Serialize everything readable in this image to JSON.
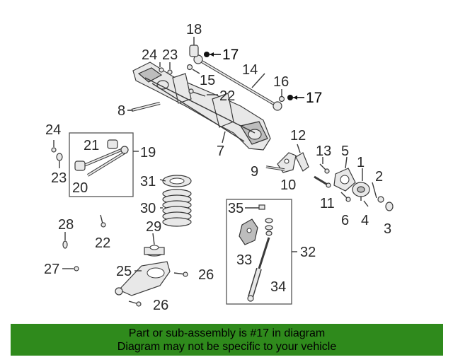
{
  "labels": {
    "p1": "1",
    "p2": "2",
    "p3": "3",
    "p4": "4",
    "p5": "5",
    "p6": "6",
    "p7": "7",
    "p8": "8",
    "p9": "9",
    "p10": "10",
    "p11": "11",
    "p12": "12",
    "p13": "13",
    "p14": "14",
    "p15": "15",
    "p16": "16",
    "p17a": "17",
    "p17b": "17",
    "p18": "18",
    "p19": "19",
    "p20": "20",
    "p21": "21",
    "p22a": "22",
    "p22b": "22",
    "p23a": "23",
    "p23b": "23",
    "p24a": "24",
    "p24b": "24",
    "p25": "25",
    "p26a": "26",
    "p26b": "26",
    "p27": "27",
    "p28": "28",
    "p29": "29",
    "p30": "30",
    "p31": "31",
    "p32": "32",
    "p33": "33",
    "p34": "34",
    "p35": "35"
  },
  "banner": {
    "line1": "Part or sub-assembly is #17 in diagram",
    "line2": "Diagram may not be specific to your vehicle"
  },
  "colors": {
    "banner_bg": "#2f8a1c",
    "highlight": "#000000"
  }
}
